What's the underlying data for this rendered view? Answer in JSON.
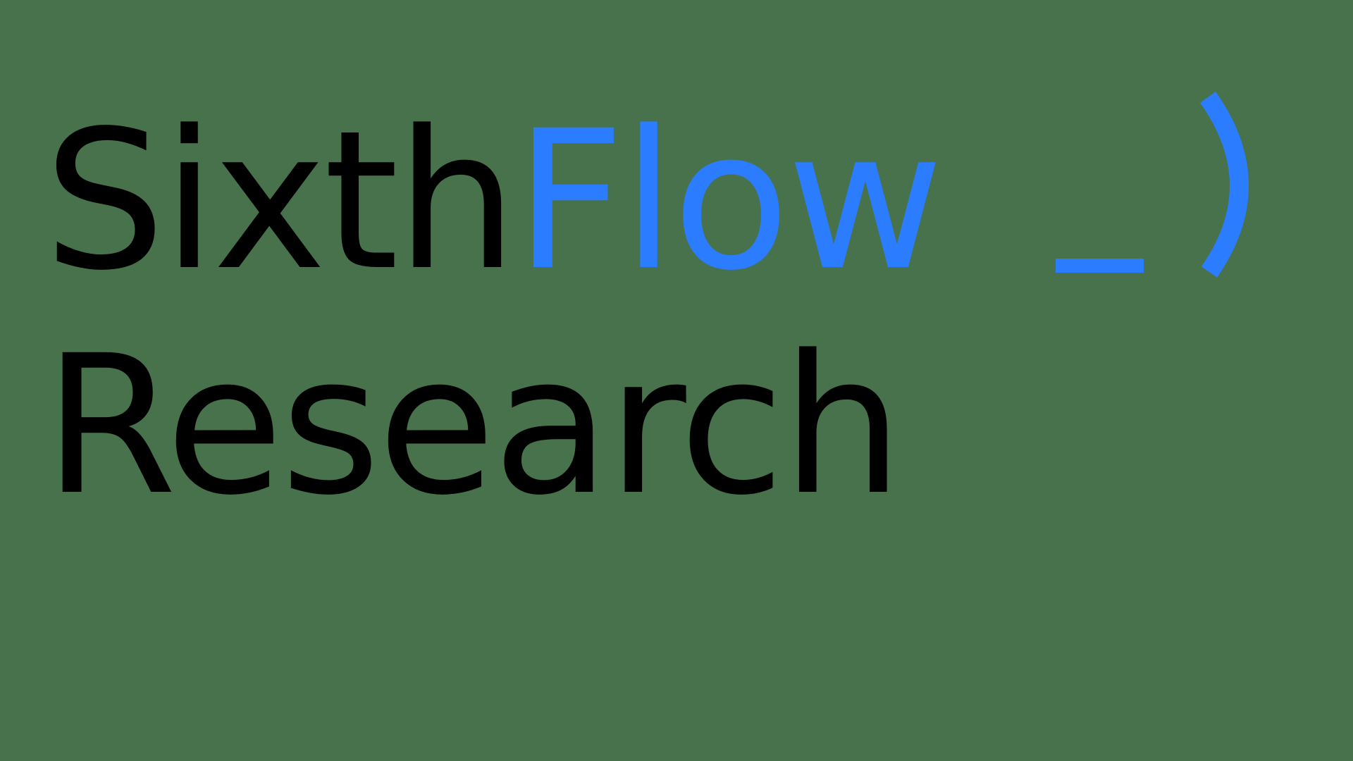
{
  "logo": {
    "line1": {
      "part_black": "Sixth",
      "part_blue": "Flow",
      "emoticon": "_)"
    },
    "line2": "Research",
    "full_name": "SixthFlow Research"
  },
  "colors": {
    "background": "#47724C",
    "text": "#000000",
    "accent": "#2B7CFF"
  }
}
